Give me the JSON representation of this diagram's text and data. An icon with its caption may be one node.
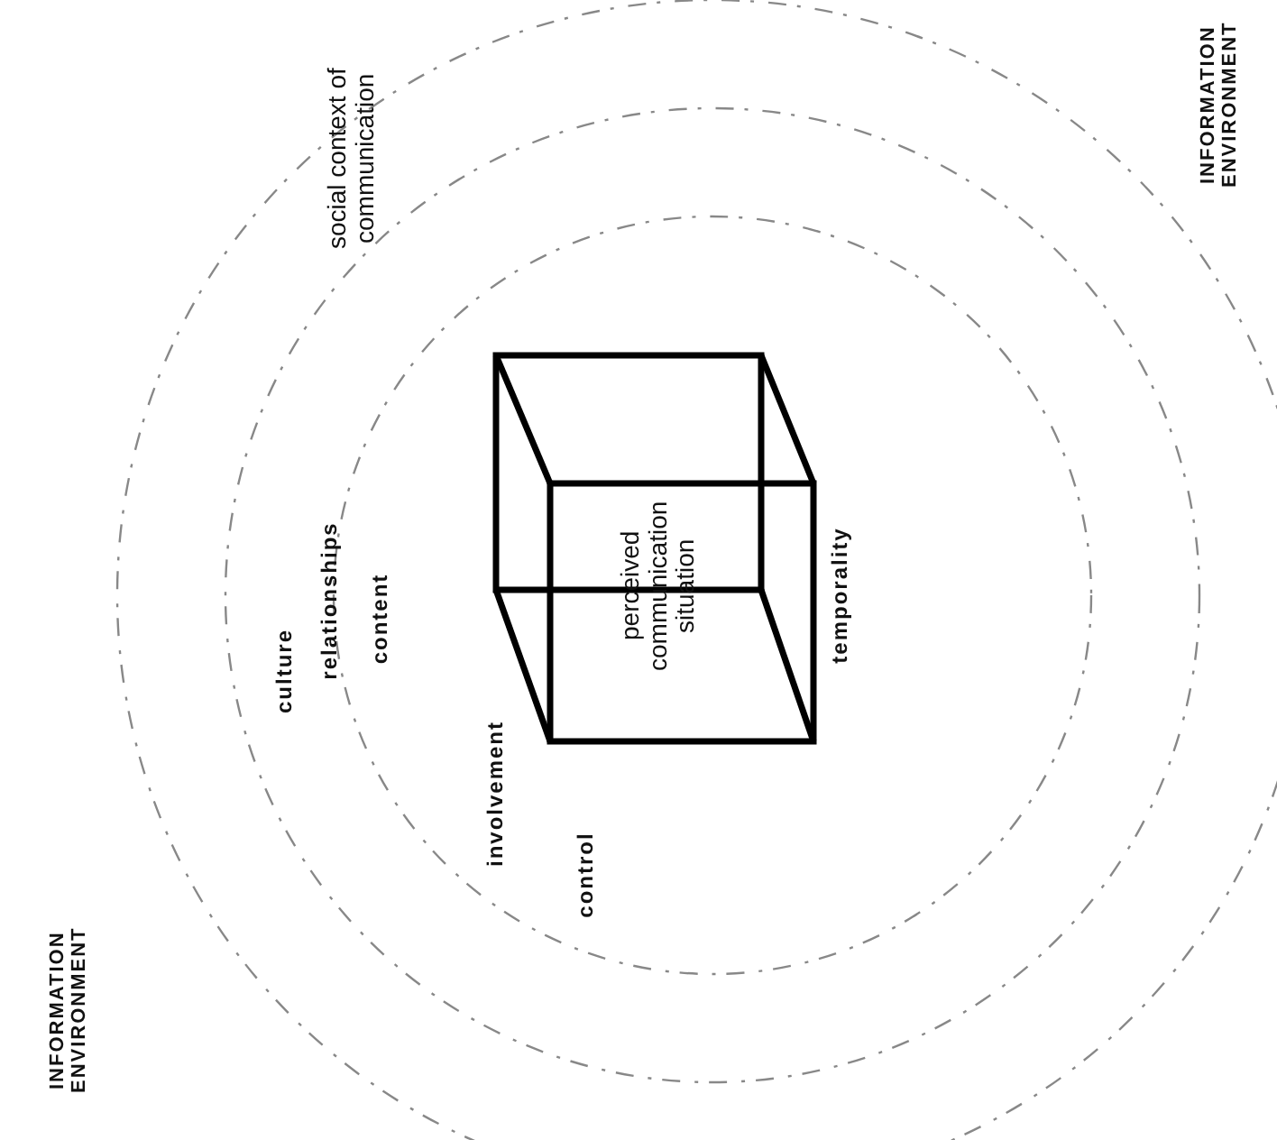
{
  "diagram": {
    "nodes": [
      {
        "text": [
          "perceived communication situation"
        ],
        "beside": [
          "involvement",
          "control",
          "temporality"
        ]
      }
    ],
    "labels": [
      "social context of communication",
      "culture",
      "relationships",
      "content",
      "INFORMATION ENVIRONMENT",
      "INFORMATION ENVIRONMENT"
    ]
  }
}
